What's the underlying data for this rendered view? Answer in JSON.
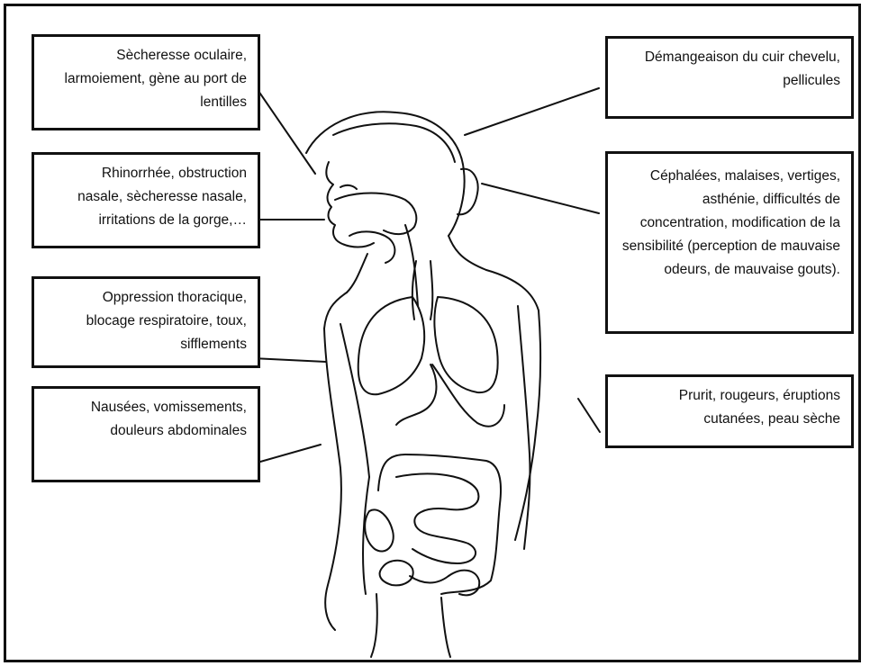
{
  "symptoms": {
    "eyes": {
      "lines": [
        "Sècheresse oculaire,",
        "larmoiement, gène au port de",
        "lentilles"
      ]
    },
    "nose": {
      "lines": [
        "Rhinorrhée, obstruction",
        "nasale, sècheresse nasale,",
        "irritations de la gorge,…"
      ]
    },
    "chest": {
      "lines": [
        "Oppression thoracique,",
        "blocage respiratoire, toux,",
        "sifflements"
      ]
    },
    "abdomen": {
      "lines": [
        "Nausées, vomissements,",
        "douleurs abdominales"
      ]
    },
    "scalp": {
      "lines": [
        "Démangeaison du cuir chevelu,",
        "pellicules"
      ]
    },
    "head": {
      "lines": [
        "Céphalées, malaises, vertiges,",
        "asthénie, difficultés de",
        "concentration, modification de la",
        "sensibilité (perception de mauvaise",
        "odeurs, de mauvaise gouts)."
      ]
    },
    "skin": {
      "lines": [
        "Prurit, rougeurs, éruptions",
        "cutanées, peau sèche"
      ]
    }
  },
  "colors": {
    "ink": "#111111",
    "background": "#ffffff"
  }
}
